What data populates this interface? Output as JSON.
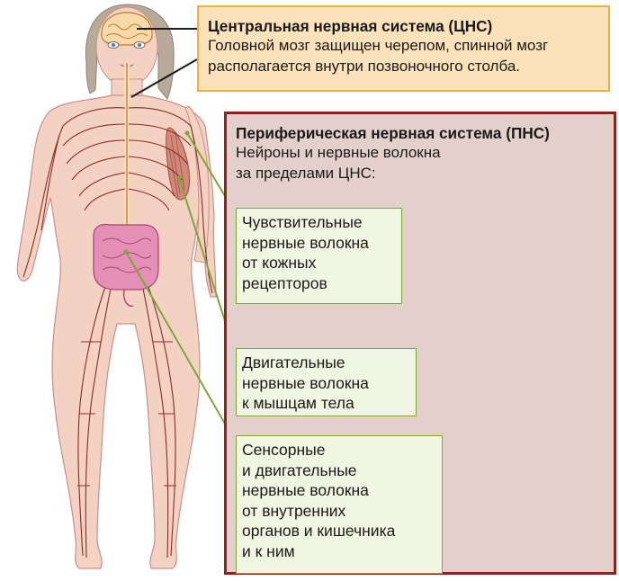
{
  "cns": {
    "title": "Центральная нервная система (ЦНС)",
    "lines": [
      "Головной мозг защищен черепом, спинной мозг",
      "располагается внутри позвоночного столба."
    ]
  },
  "pns": {
    "title": "Периферическая нервная система (ПНС)",
    "lines": [
      "Нейроны и нервные волокна",
      "за пределами ЦНС:"
    ]
  },
  "labels": [
    {
      "lines": [
        "Чувствительные",
        "нервные волокна",
        "от кожных",
        "рецепторов"
      ]
    },
    {
      "lines": [
        "Двигательные",
        "нервные волокна",
        "к мышцам тела"
      ]
    },
    {
      "lines": [
        "Сенсорные",
        "и двигательные",
        "нервные волокна",
        "от внутренних",
        "органов и кишечника",
        "и к ним"
      ]
    }
  ],
  "colors": {
    "cns_fill": "#fbe2bb",
    "cns_border": "#f2ad3c",
    "pns_fill": "#e3d0cb",
    "pns_border": "#8a2420",
    "label_fill": "#f1f6e2",
    "label_border": "#7aa83b",
    "skin": "#f4d2c3",
    "nerve": "#8b2a24",
    "intestine": "#e68fb6"
  }
}
